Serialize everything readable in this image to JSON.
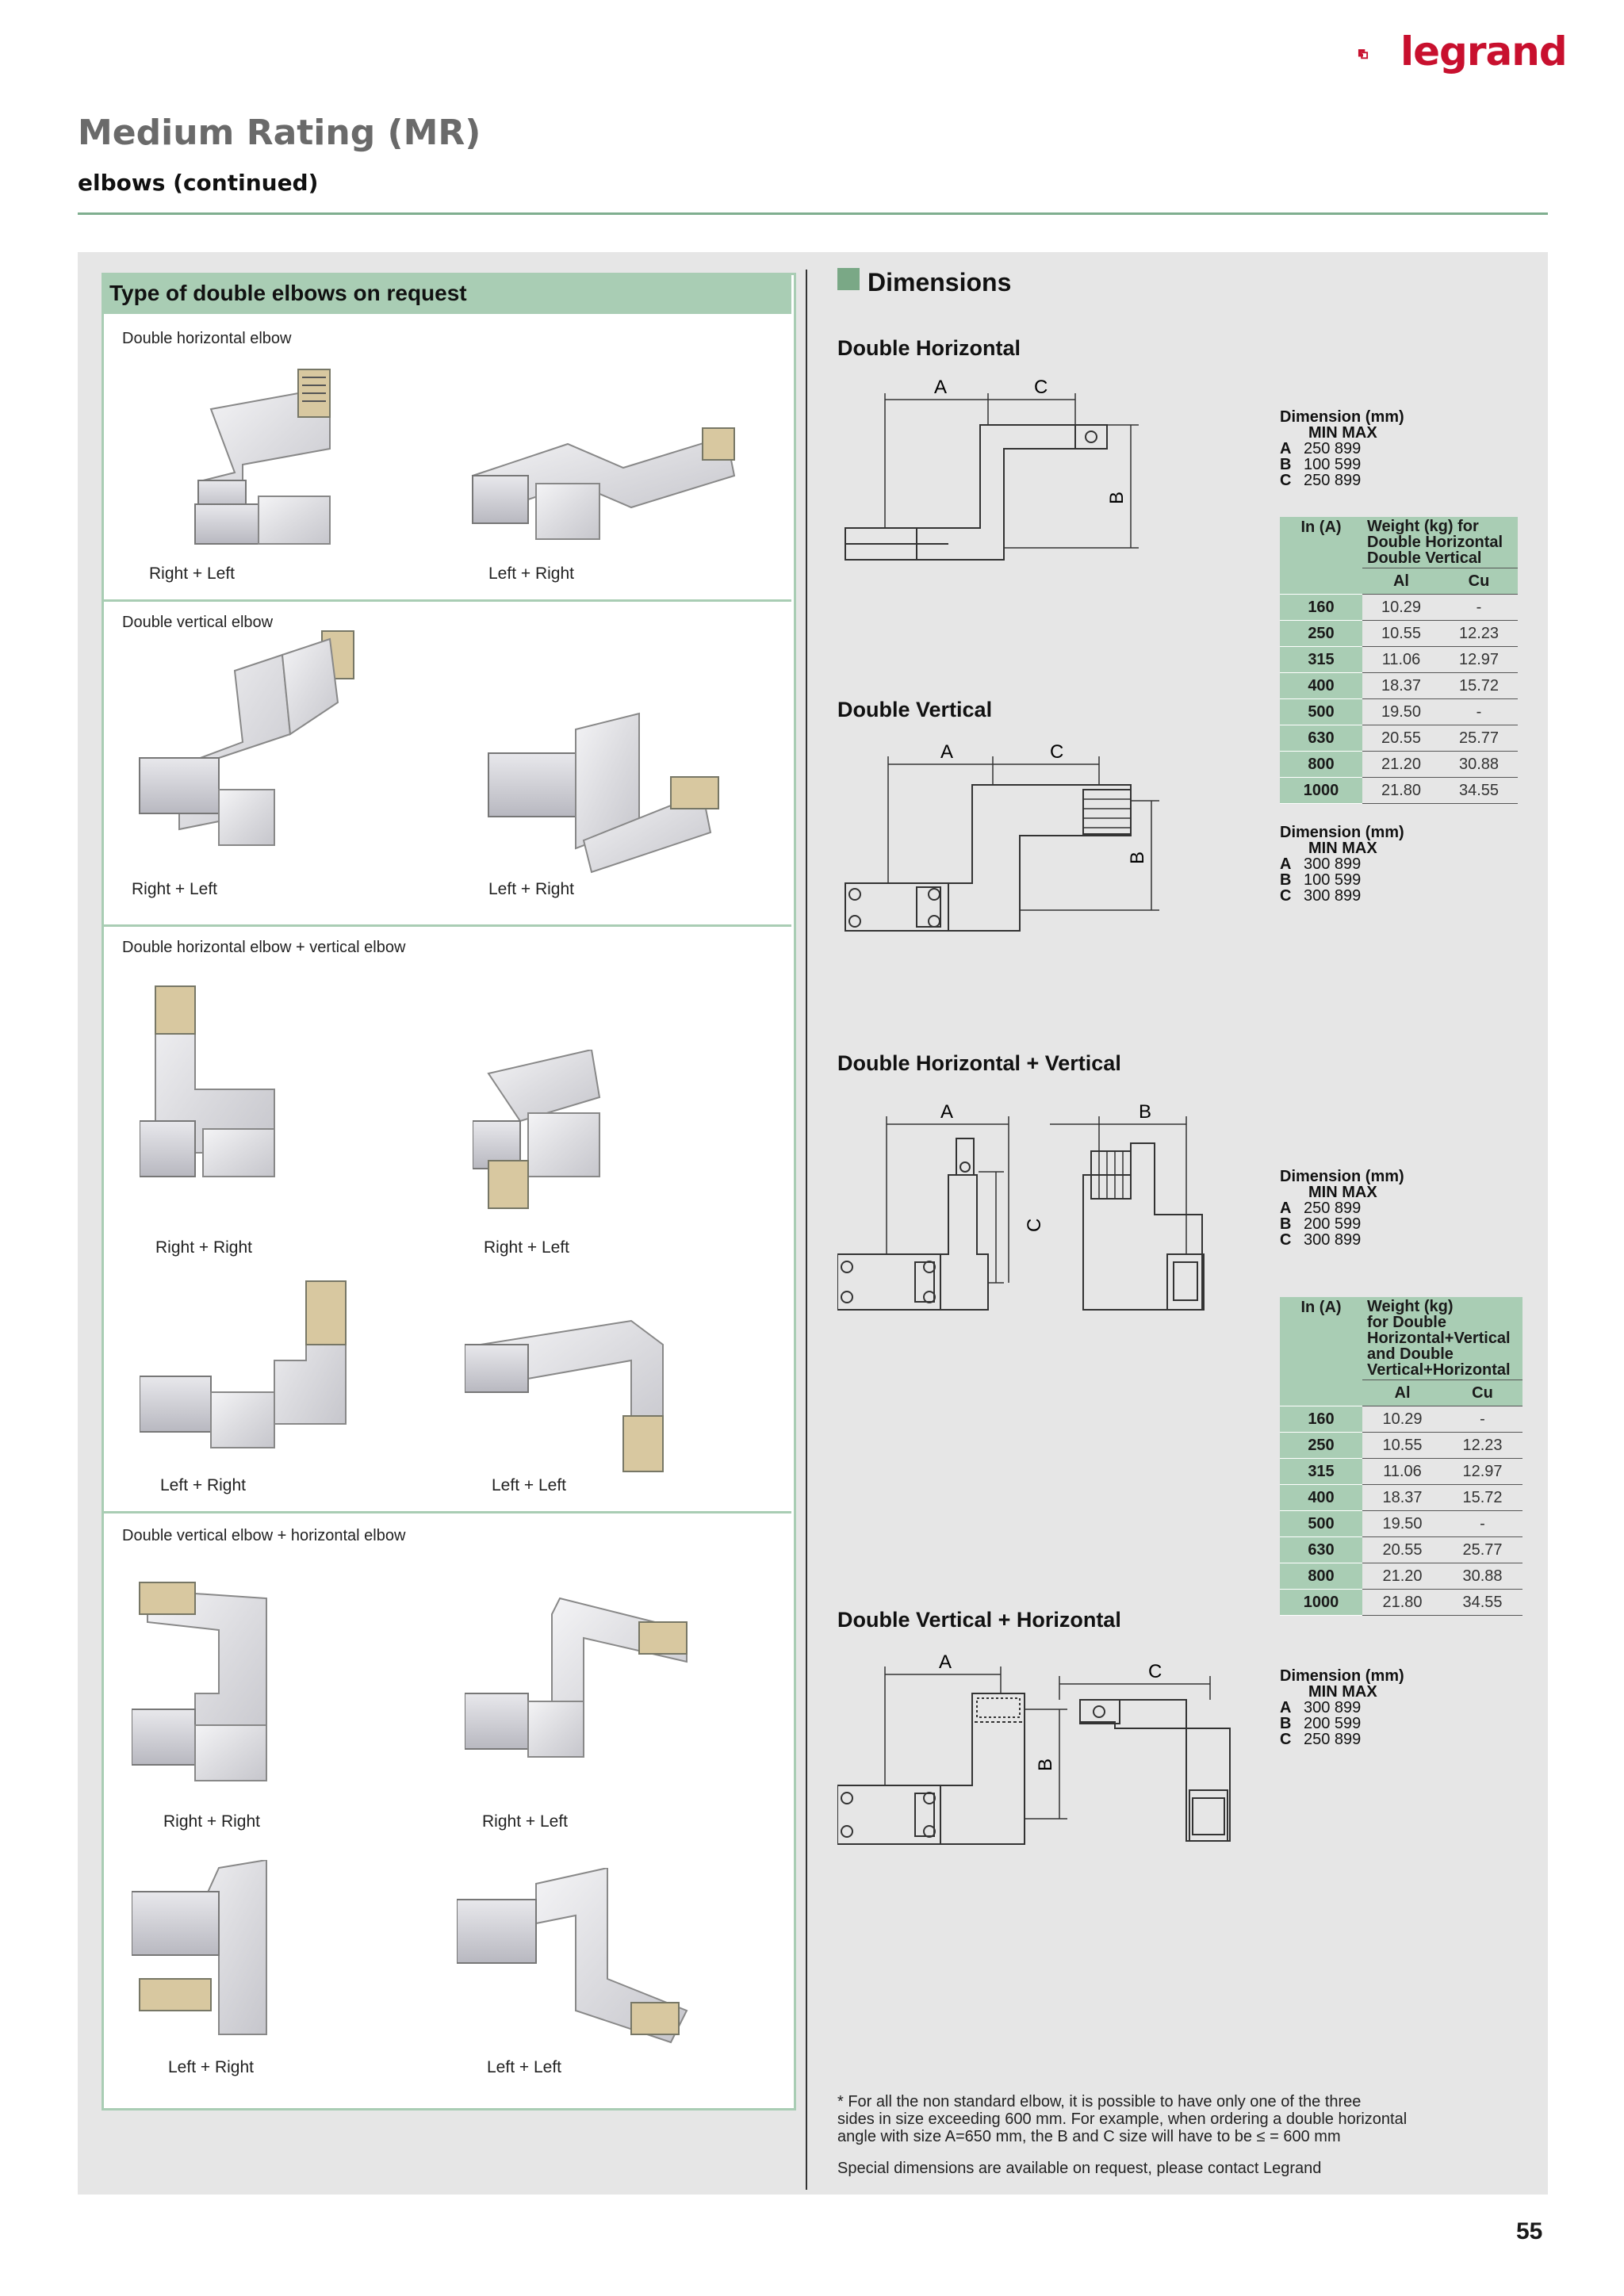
{
  "header": {
    "brand": "legrand",
    "title": "Medium Rating (MR)",
    "subtitle": "elbows (continued)",
    "page_number": "55"
  },
  "left": {
    "heading": "Type of double elbows on request",
    "sections": [
      {
        "title": "Double horizontal elbow",
        "captions": [
          "Right + Left",
          "Left + Right"
        ]
      },
      {
        "title": "Double vertical elbow",
        "captions": [
          "Right +  Left",
          "Left + Right"
        ]
      },
      {
        "title": "Double horizontal elbow +  vertical elbow",
        "captions": [
          "Right + Right",
          "Right + Left",
          "Left + Right",
          "Left + Left"
        ]
      },
      {
        "title": "Double vertical elbow + horizontal elbow",
        "captions": [
          "Right + Right",
          "Right + Left",
          "Left + Right",
          "Left + Left"
        ]
      }
    ]
  },
  "right": {
    "heading": "Dimensions",
    "blocks": [
      {
        "title": "Double Horizontal",
        "labels": [
          "A",
          "C",
          "B"
        ]
      },
      {
        "title": "Double Vertical",
        "labels": [
          "A",
          "C",
          "B"
        ]
      },
      {
        "title": "Double Horizontal + Vertical",
        "labels": [
          "A",
          "B",
          "C"
        ]
      },
      {
        "title": "Double Vertical + Horizontal",
        "labels": [
          "A",
          "C",
          "B"
        ]
      }
    ],
    "dims": [
      {
        "header": "Dimension (mm)",
        "minmax": "MIN MAX",
        "rows": [
          [
            "A",
            "250  899"
          ],
          [
            "B",
            "100  599"
          ],
          [
            "C",
            "250  899"
          ]
        ]
      },
      {
        "header": "Dimension (mm)",
        "minmax": "MIN MAX",
        "rows": [
          [
            "A",
            "300  899"
          ],
          [
            "B",
            "100  599"
          ],
          [
            "C",
            "300  899"
          ]
        ]
      },
      {
        "header": "Dimension (mm)",
        "minmax": "MIN MAX",
        "rows": [
          [
            "A",
            "250  899"
          ],
          [
            "B",
            "200  599"
          ],
          [
            "C",
            "300  899"
          ]
        ]
      },
      {
        "header": "Dimension (mm)",
        "minmax": "MIN MAX",
        "rows": [
          [
            "A",
            "300  899"
          ],
          [
            "B",
            "200  599"
          ],
          [
            "C",
            "250  899"
          ]
        ]
      }
    ],
    "table1": {
      "in_label": "In (A)",
      "weight_label": [
        "Weight (kg) for",
        "Double Horizontal",
        "Double Vertical"
      ],
      "al": "Al",
      "cu": "Cu",
      "rows": [
        [
          "160",
          "10.29",
          "-"
        ],
        [
          "250",
          "10.55",
          "12.23"
        ],
        [
          "315",
          "11.06",
          "12.97"
        ],
        [
          "400",
          "18.37",
          "15.72"
        ],
        [
          "500",
          "19.50",
          "-"
        ],
        [
          "630",
          "20.55",
          "25.77"
        ],
        [
          "800",
          "21.20",
          "30.88"
        ],
        [
          "1000",
          "21.80",
          "34.55"
        ]
      ]
    },
    "table2": {
      "in_label": "In (A)",
      "weight_label": [
        "Weight (kg)",
        "for Double",
        "Horizontal+Vertical",
        "and Double",
        "Vertical+Horizontal"
      ],
      "al": "Al",
      "cu": "Cu",
      "rows": [
        [
          "160",
          "10.29",
          "-"
        ],
        [
          "250",
          "10.55",
          "12.23"
        ],
        [
          "315",
          "11.06",
          "12.97"
        ],
        [
          "400",
          "18.37",
          "15.72"
        ],
        [
          "500",
          "19.50",
          "-"
        ],
        [
          "630",
          "20.55",
          "25.77"
        ],
        [
          "800",
          "21.20",
          "30.88"
        ],
        [
          "1000",
          "21.80",
          "34.55"
        ]
      ]
    },
    "footnote_lines": [
      "* For all the non standard elbow, it is possible to have only one of the three",
      "sides in size exceeding 600 mm. For example, when ordering a double horizontal",
      "angle with size A=650 mm, the B and C size will have to be ≤ = 600 mm"
    ],
    "special": "Special dimensions are available on request, please contact Legrand"
  }
}
